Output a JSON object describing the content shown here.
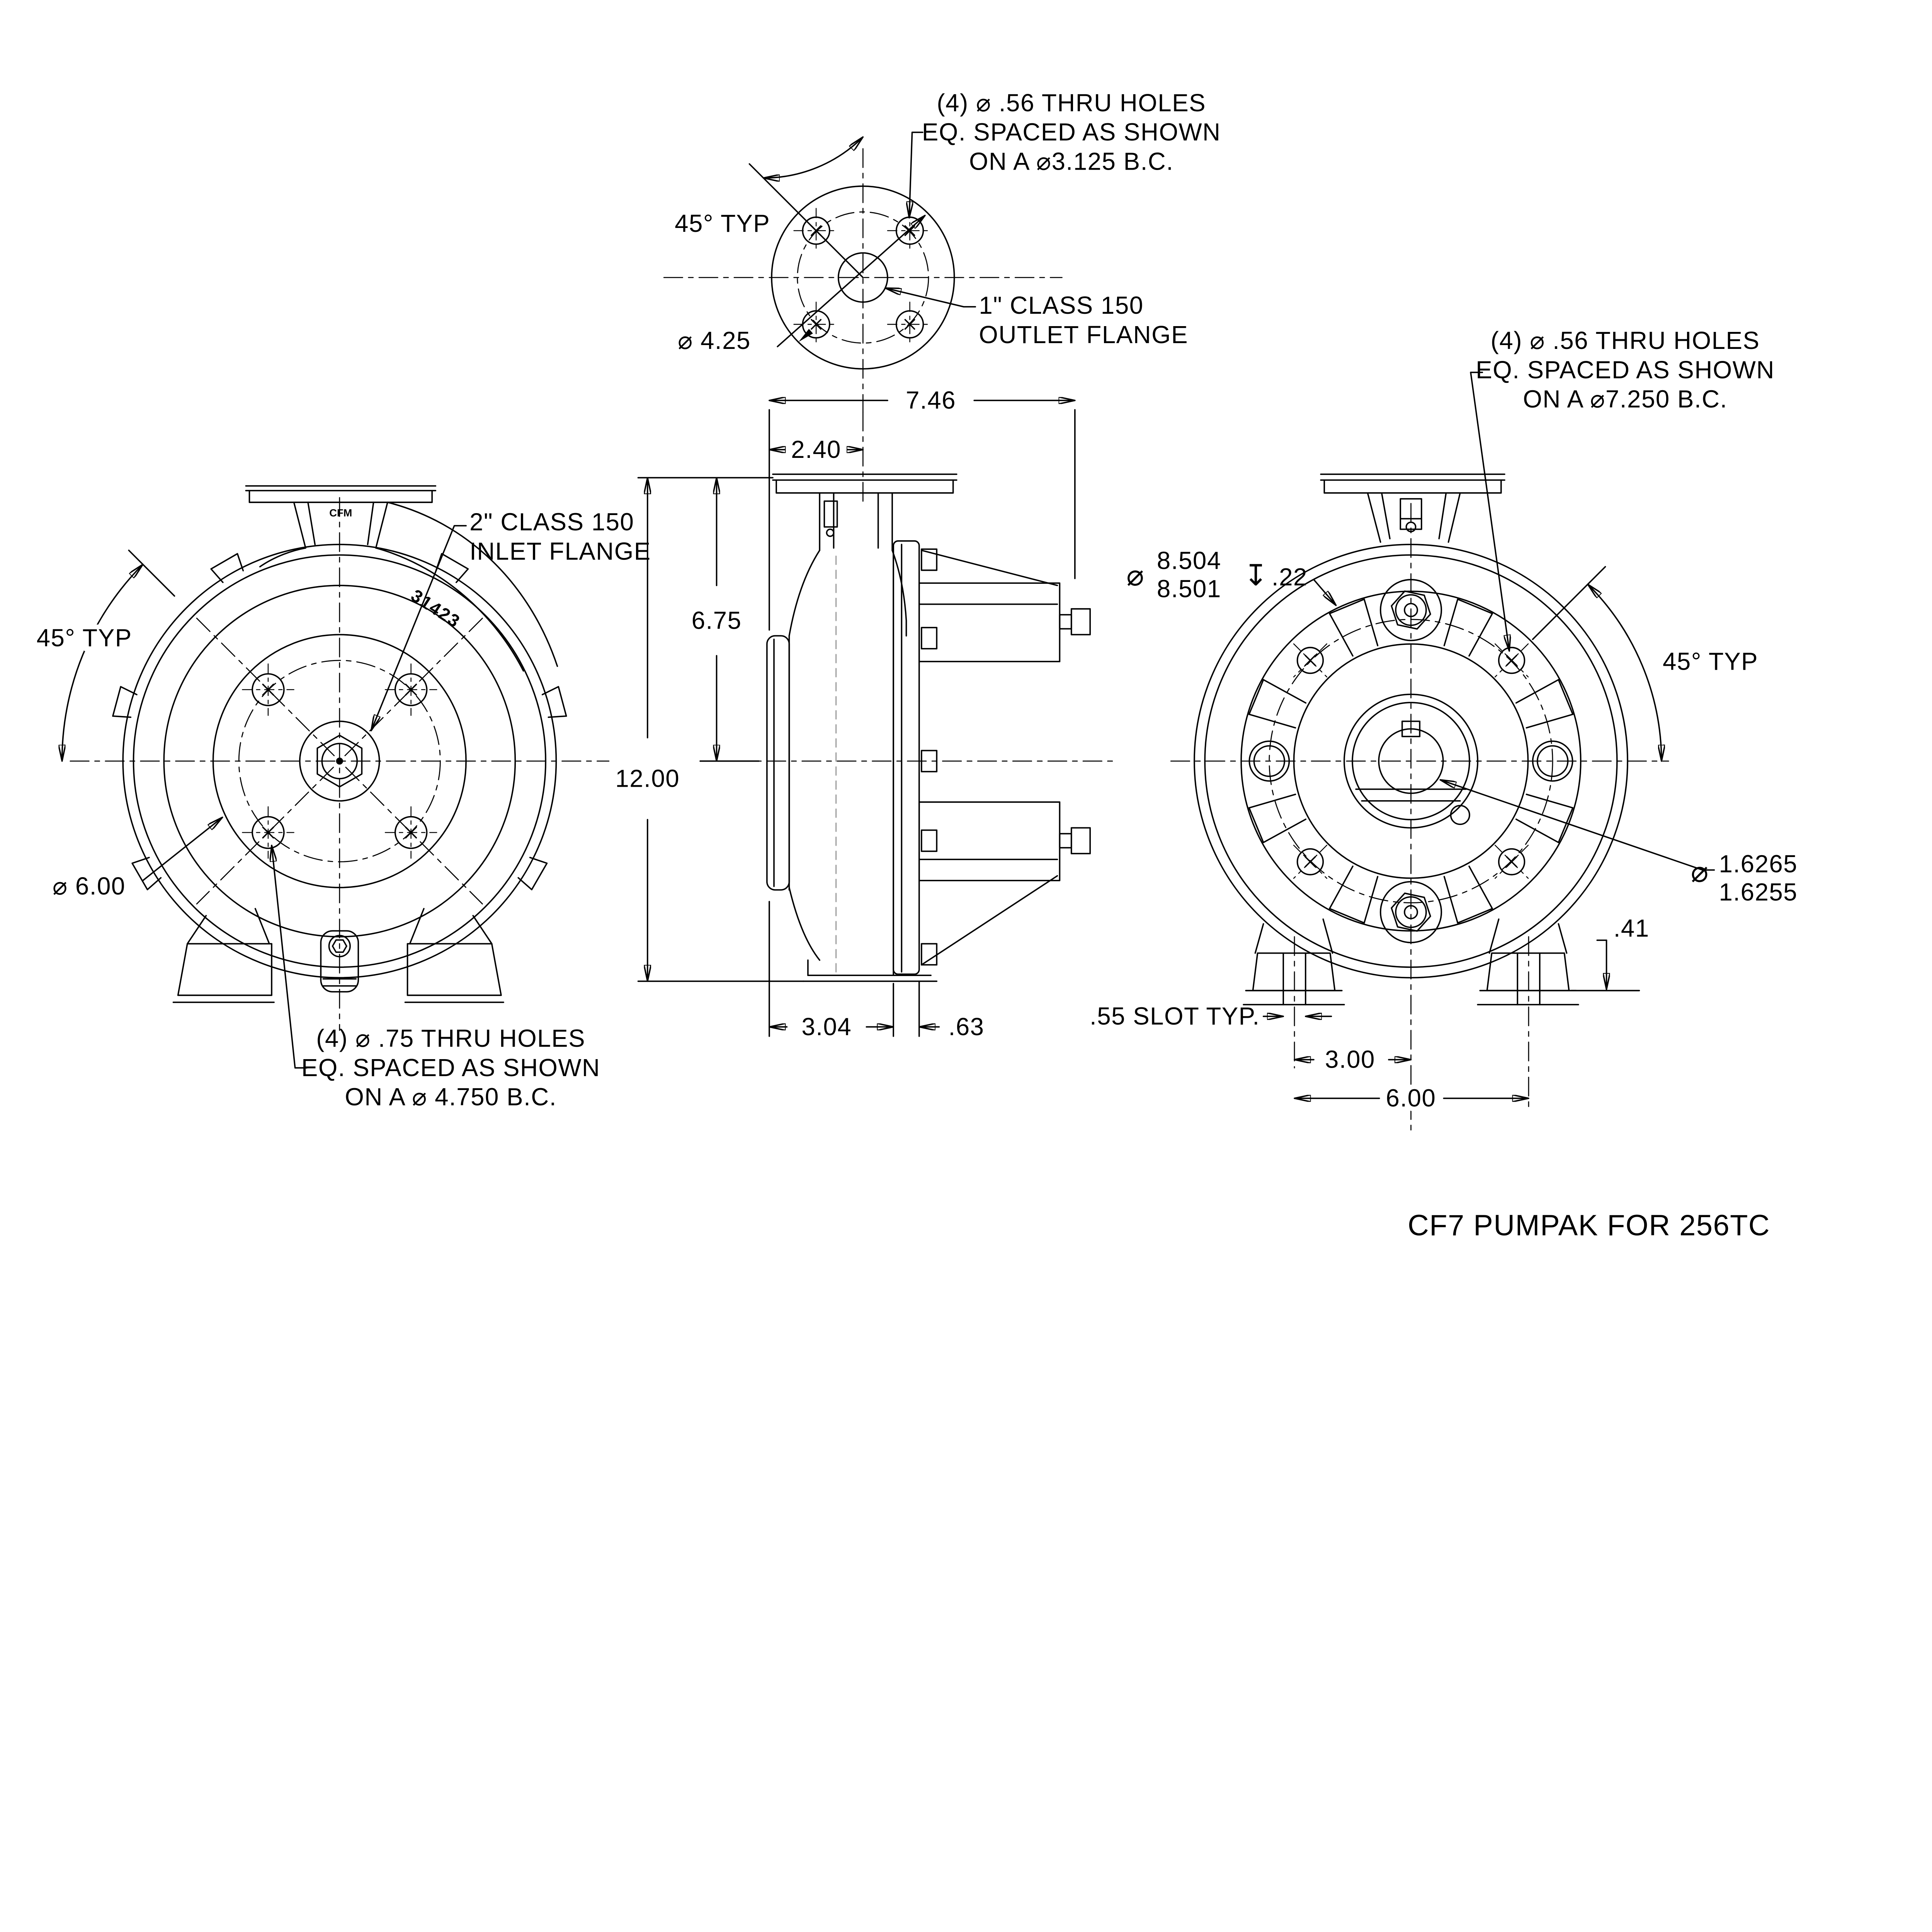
{
  "title": "CF7 PUMPAK FOR 256TC",
  "outlet_view": {
    "note": {
      "l1": "(4) ⌀ .56 THRU HOLES",
      "l2": "EQ. SPACED AS SHOWN",
      "l3": "ON A  ⌀3.125 B.C."
    },
    "angle": "45° TYP",
    "diameter": "⌀ 4.25",
    "flange": {
      "l1": "1\" CLASS 150",
      "l2": "OUTLET FLANGE"
    }
  },
  "front_view": {
    "inlet": {
      "l1": "2\" CLASS 150",
      "l2": "INLET FLANGE"
    },
    "angle": "45° TYP",
    "diameter": "⌀ 6.00",
    "note": {
      "l1": "(4) ⌀ .75 THRU HOLES",
      "l2": "EQ. SPACED AS SHOWN",
      "l3": "ON A  ⌀ 4.750 B.C."
    },
    "casting_number": "31423",
    "brand_mark": "CFM"
  },
  "side_view": {
    "width_overall": "7.46",
    "width_flange": "2.40",
    "height_center": "6.75",
    "height_overall": "12.00",
    "depth_casing": "3.04",
    "thickness_adapter": ".63"
  },
  "rear_view": {
    "note": {
      "l1": "(4) ⌀ .56 THRU HOLES",
      "l2": "EQ. SPACED AS SHOWN",
      "l3": "ON A  ⌀7.250 B.C."
    },
    "register": {
      "dia": "⌀",
      "upper": "8.504",
      "lower": "8.501",
      "depth_symbol": "↧",
      "depth": ".22"
    },
    "angle": "45° TYP",
    "shaft": {
      "dia": "⌀",
      "upper": "1.6265",
      "lower": "1.6255"
    },
    "foot_height": ".41",
    "slot": ".55 SLOT TYP.",
    "dim_small": "3.00",
    "dim_large": "6.00"
  }
}
